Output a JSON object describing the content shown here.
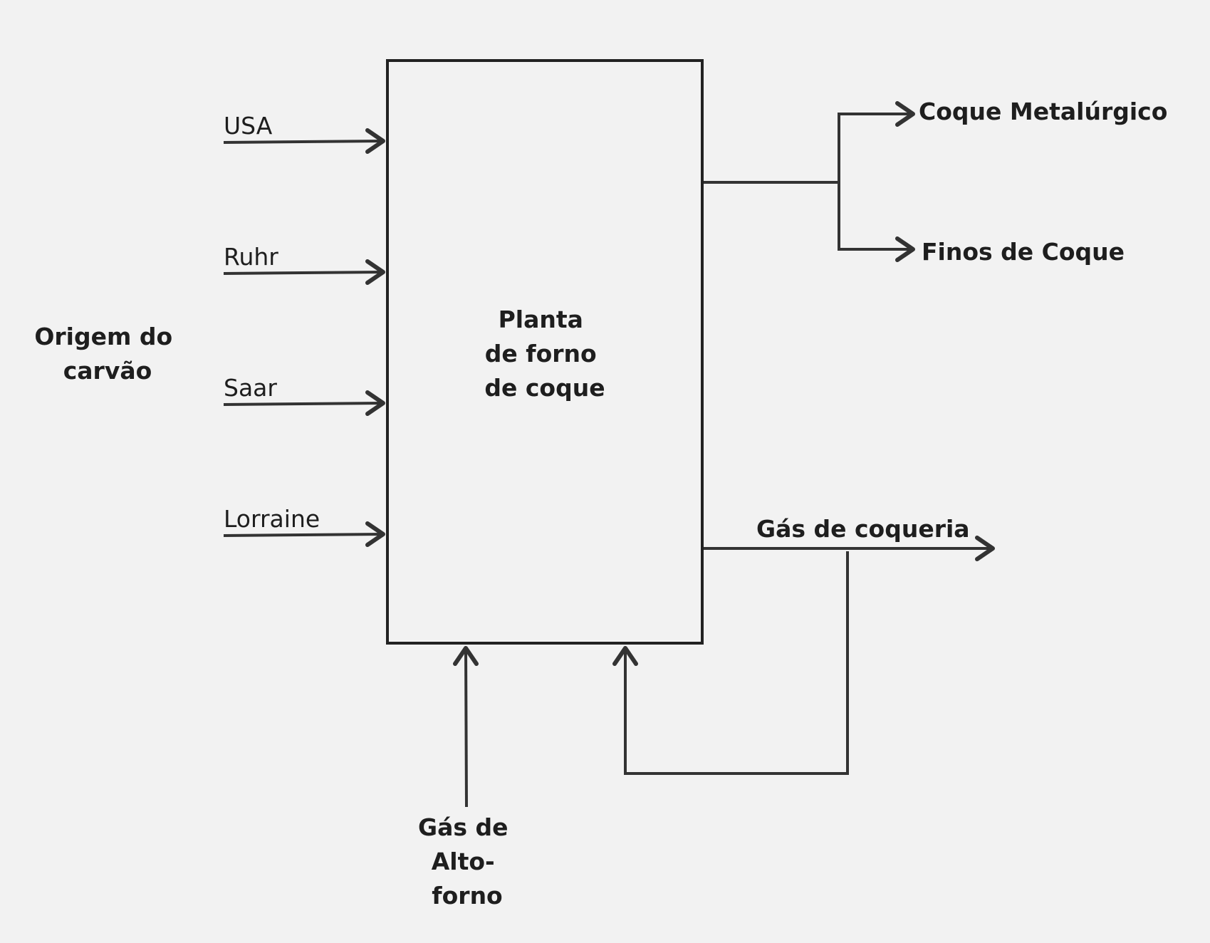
{
  "diagram": {
    "process": {
      "line1": "Planta",
      "line2": "de forno",
      "line3": "de coque"
    },
    "origin": {
      "line1": "Origem do",
      "line2": "carvão"
    },
    "inputs": [
      "USA",
      "Ruhr",
      "Saar",
      "Lorraine"
    ],
    "outputs": {
      "metallurgical_coke": "Coque Metalúrgico",
      "coke_fines": "Finos de Coque",
      "coke_oven_gas": "Gás de coqueria"
    },
    "blast_furnace_gas": {
      "line1": "Gás de",
      "line2": "Alto-",
      "line3": "forno"
    },
    "colors": {
      "background": "#f2f2f2",
      "stroke": "#333333",
      "text": "#1e1e1e"
    }
  }
}
